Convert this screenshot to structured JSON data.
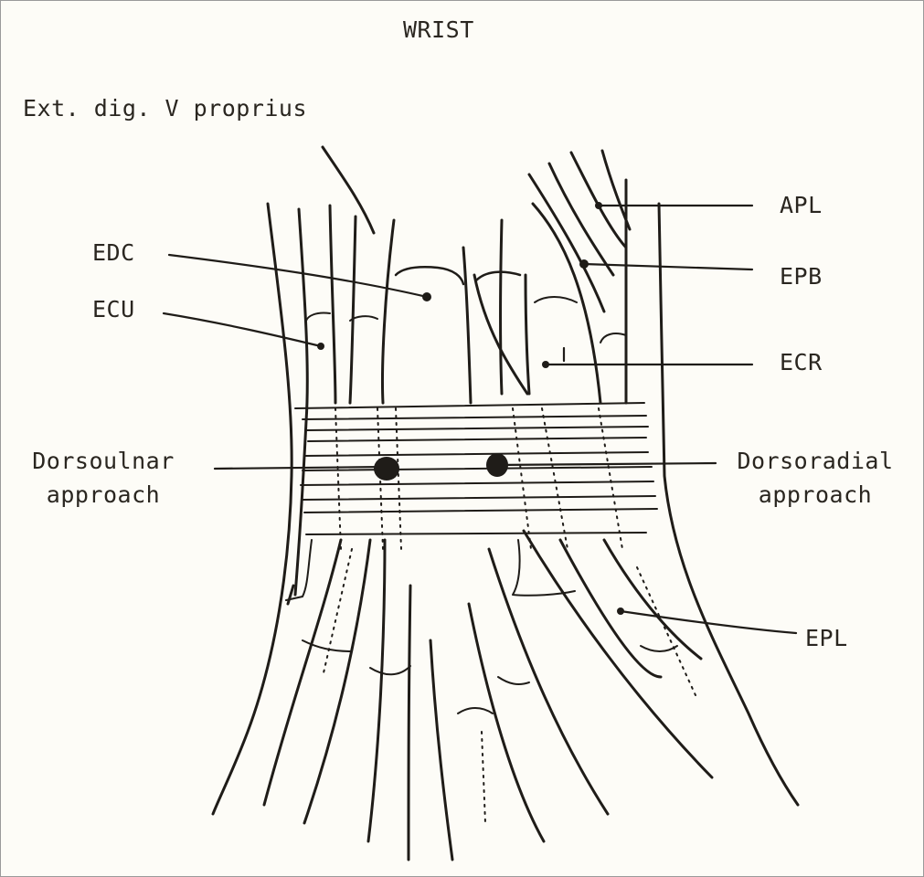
{
  "title": "WRIST",
  "labels": {
    "ext_dig_v": "Ext. dig. V proprius",
    "edc": "EDC",
    "ecu": "ECU",
    "apl": "APL",
    "epb": "EPB",
    "ecr": "ECR",
    "epl": "EPL",
    "dorsoulnar_line1": "Dorsoulnar",
    "dorsoulnar_line2": "approach",
    "dorsoradial_line1": "Dorsoradial",
    "dorsoradial_line2": "approach"
  },
  "colors": {
    "ink": "#1f1c18",
    "paper": "#fdfcf7",
    "label": "#2a2620"
  }
}
